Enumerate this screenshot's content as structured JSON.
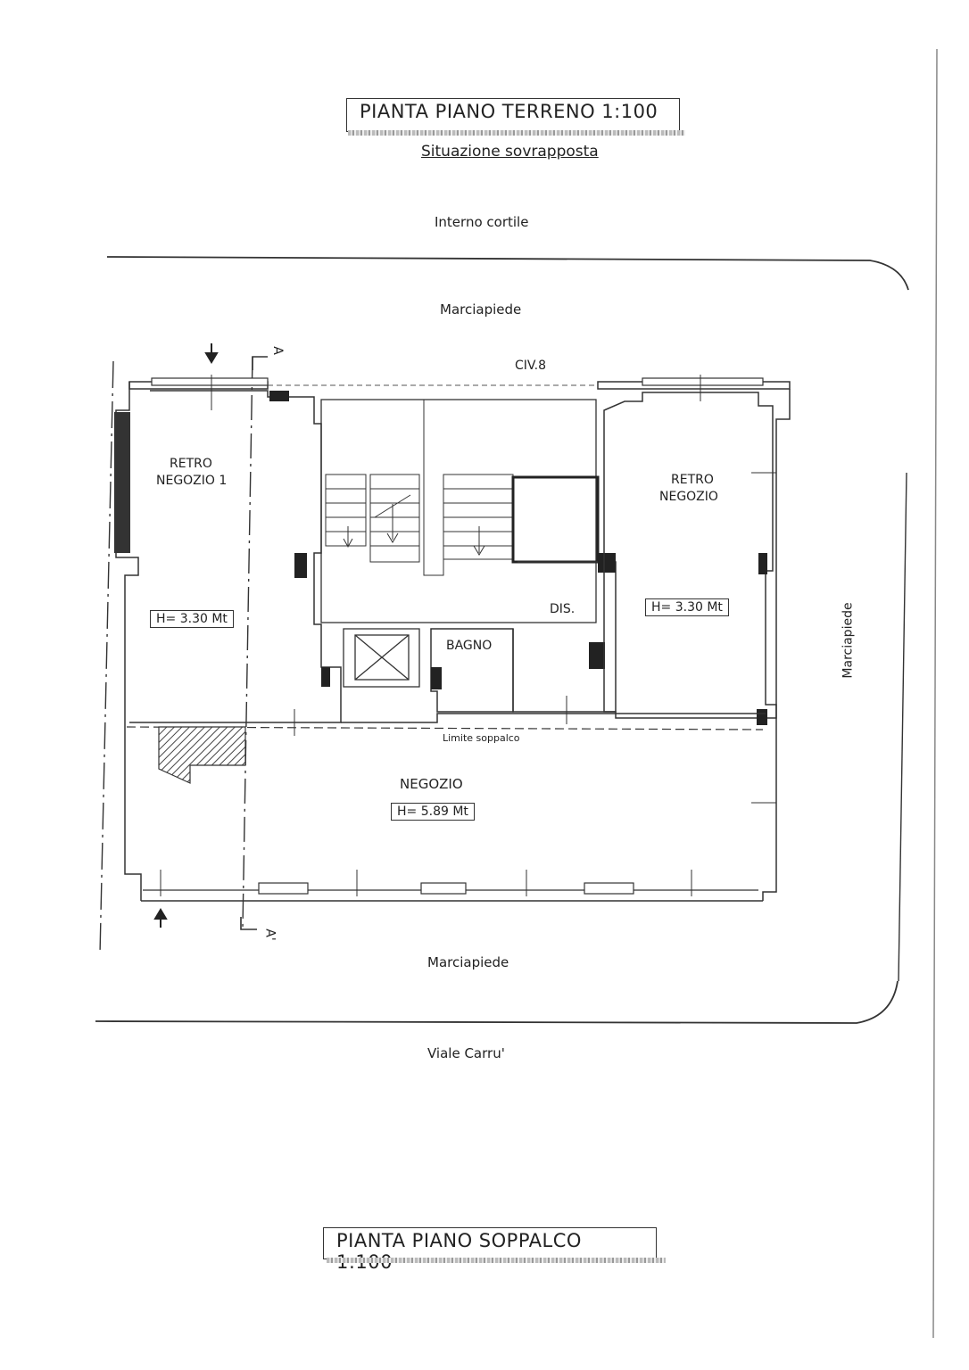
{
  "titles": {
    "ground_floor": "PIANTA PIANO TERRENO 1:100",
    "subtitle": "Situazione sovrapposta",
    "mezzanine": "PIANTA PIANO SOPPALCO 1:100"
  },
  "surroundings": {
    "courtyard": "Interno cortile",
    "sidewalk_top": "Marciapiede",
    "sidewalk_right": "Marciapiede",
    "sidewalk_bottom": "Marciapiede",
    "street": "Viale Carru'"
  },
  "building": {
    "civic_number": "CIV.8",
    "section_top": "A",
    "section_bottom": "A'",
    "mezzanine_limit": "Limite soppalco"
  },
  "rooms": {
    "retro_negozio_1": {
      "line1": "RETRO",
      "line2": "NEGOZIO 1",
      "height": "H= 3.30 Mt"
    },
    "retro_negozio": {
      "line1": "RETRO",
      "line2": "NEGOZIO",
      "height": "H= 3.30 Mt"
    },
    "dis": {
      "label": "DIS."
    },
    "bagno": {
      "label": "BAGNO"
    },
    "negozio": {
      "label": "NEGOZIO",
      "height": "H= 5.89 Mt"
    }
  }
}
